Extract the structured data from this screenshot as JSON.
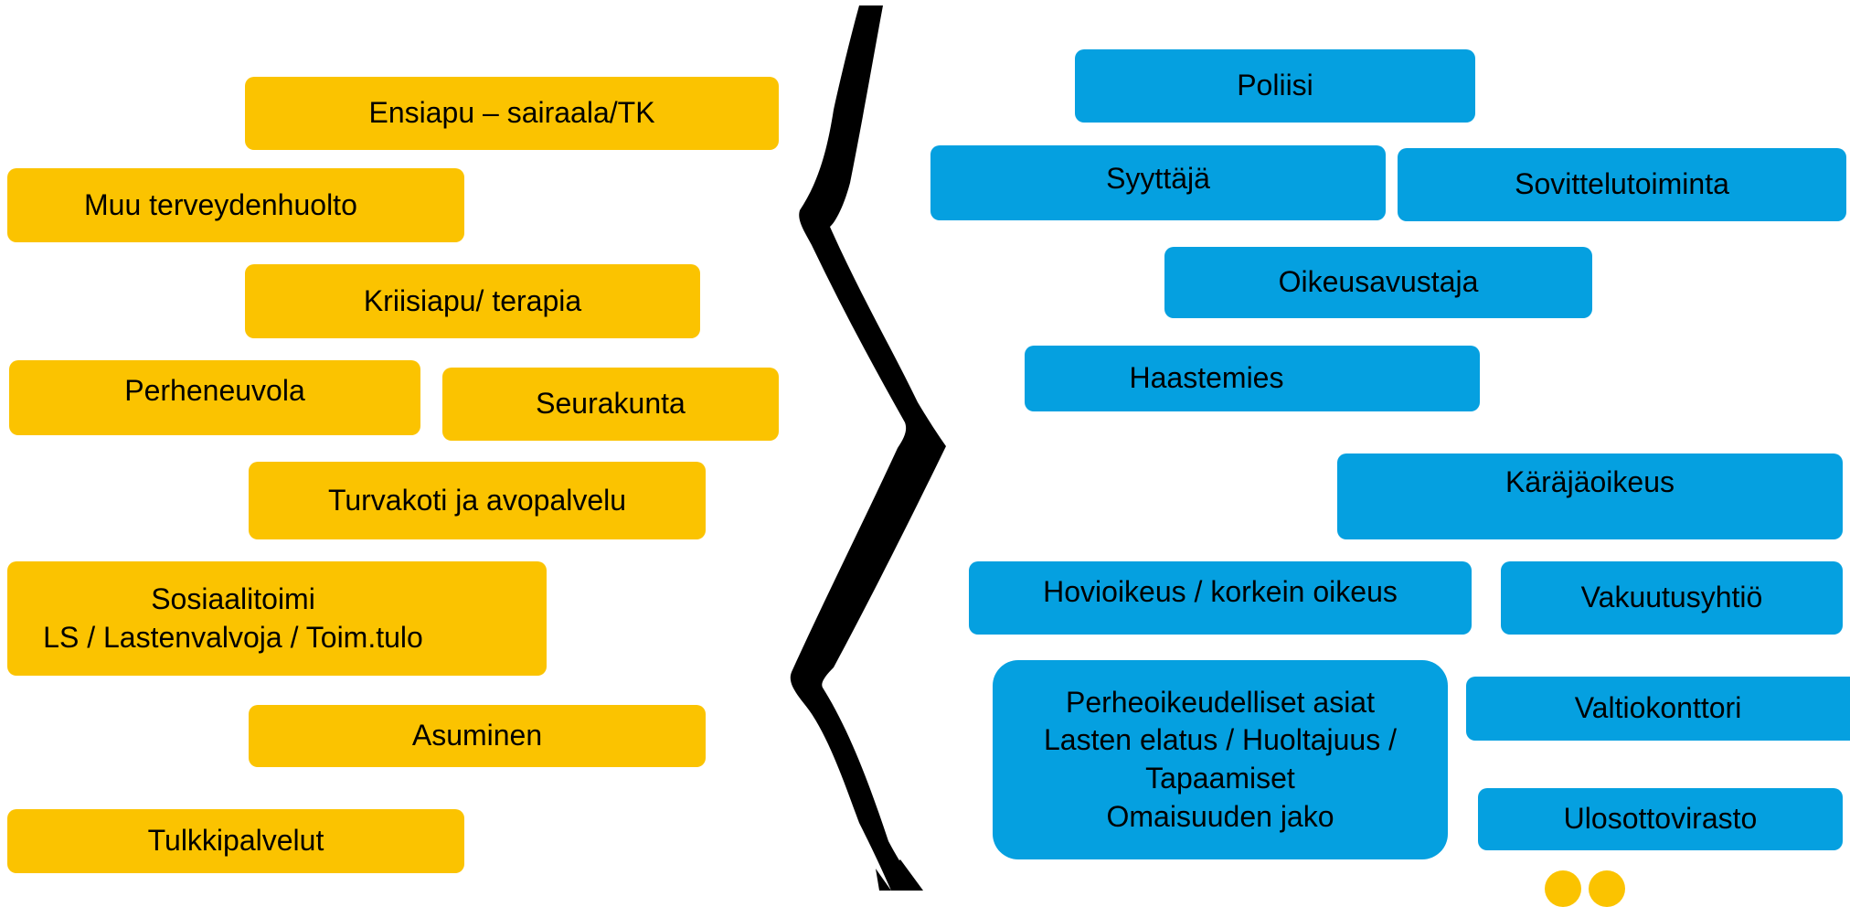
{
  "left_services": {
    "ensiapu": "Ensiapu – sairaala/TK",
    "muu_terveydenhuolto": "Muu terveydenhuolto",
    "kriisiapu": "Kriisiapu/ terapia",
    "perheneuvola": "Perheneuvola",
    "seurakunta": "Seurakunta",
    "turvakoti": "Turvakoti ja avopalvelu",
    "sosiaalitoimi_line1": "Sosiaalitoimi",
    "sosiaalitoimi_line2": "LS / Lastenvalvoja / Toim.tulo",
    "asuminen": "Asuminen",
    "tulkkipalvelut": "Tulkkipalvelut"
  },
  "right_services": {
    "poliisi": "Poliisi",
    "syyttaja": "Syyttäjä",
    "sovittelutoiminta": "Sovittelutoiminta",
    "oikeusavustaja": "Oikeusavustaja",
    "haastemies": "Haastemies",
    "karajaoikeus": "Käräjäoikeus",
    "hovioikeus": "Hovioikeus / korkein oikeus",
    "vakuutusyhtio": "Vakuutusyhtiö",
    "perheoikeudelliset_line1": "Perheoikeudelliset asiat",
    "perheoikeudelliset_line2": "Lasten elatus / Huoltajuus /",
    "perheoikeudelliset_line3": "Tapaamiset",
    "perheoikeudelliset_line4": "Omaisuuden jako",
    "valtiokonttori": "Valtiokonttori",
    "ulosottovirasto": "Ulosottovirasto"
  },
  "colors": {
    "left_box": "#fbc300",
    "right_box": "#05a0e0",
    "divider": "#000000"
  }
}
